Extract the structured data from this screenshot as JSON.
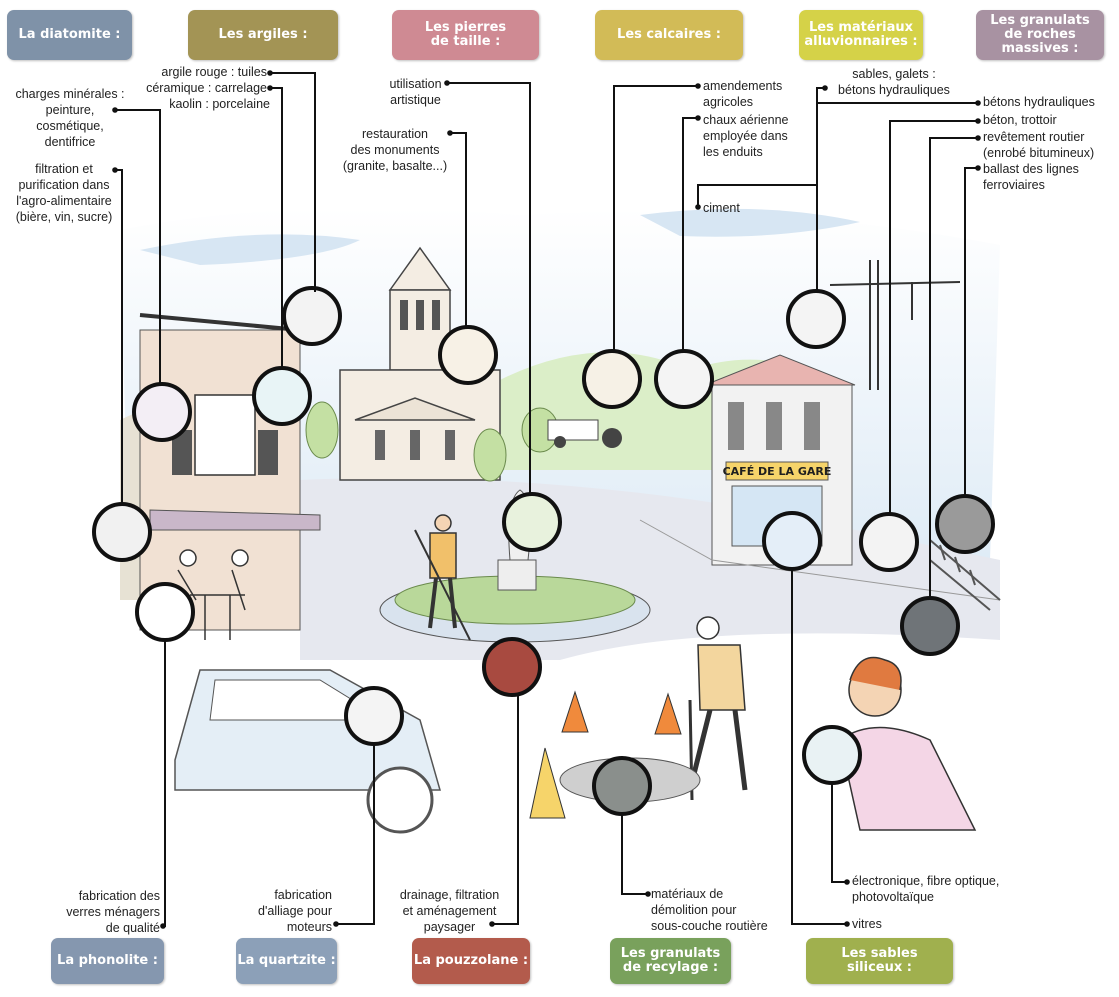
{
  "colors": {
    "diatomite": "#7f92a8",
    "argiles": "#a39455",
    "pierres": "#cf8a93",
    "calcaires": "#d2bb57",
    "alluvionnaires": "#d5d248",
    "granulats_roches": "#a892a2",
    "phonolite": "#8597af",
    "quartzite": "#8ca0b8",
    "pouzzolane": "#b35b4c",
    "recyclage": "#79a15c",
    "sables": "#a0b04e"
  },
  "headers": {
    "diatomite": "La diatomite :",
    "argiles": "Les argiles :",
    "pierres": "Les pierres\nde taille :",
    "calcaires": "Les calcaires :",
    "alluvionnaires": "Les matériaux\nalluvionnaires :",
    "granulats_roches": "Les granulats\nde roches\nmassives :",
    "phonolite": "La phonolite :",
    "quartzite": "La quartzite :",
    "pouzzolane": "La pouzzolane :",
    "recyclage": "Les granulats\nde recylage :",
    "sables": "Les sables\nsiliceux :"
  },
  "uses": {
    "argile_rouge": "argile rouge : tuiles",
    "ceramique": "céramique : carrelage",
    "kaolin": "kaolin : porcelaine",
    "charges": "charges minérales :\npeinture,\ncosmétique,\ndentifrice",
    "filtration": "filtration et\npurification dans\nl'agro-alimentaire\n(bière, vin, sucre)",
    "artistique": "utilisation\nartistique",
    "restauration": "restauration\ndes monuments\n(granite, basalte...)",
    "amendements": "amendements\nagricoles",
    "chaux": "chaux aérienne\nemployée dans\nles enduits",
    "ciment": "ciment",
    "sables_galets": "sables, galets :\nbétons hydrauliques",
    "betons_hydrauliques": "bétons hydrauliques",
    "beton_trottoir": "béton, trottoir",
    "revetement": "revêtement routier\n(enrobé bitumineux)",
    "ballast": "ballast des lignes\nferroviaires",
    "verres": "fabrication des\nverres ménagers\nde qualité",
    "alliage": "fabrication\nd'alliage pour\nmoteurs",
    "drainage": "drainage, filtration\net aménagement\npaysager",
    "demolition": "matériaux de\ndémolition pour\nsous-couche routière",
    "electronique": "électronique, fibre optique,\nphotovoltaïque",
    "vitres": "vitres"
  },
  "scene": {
    "cafe_sign": "CAFÉ DE LA GARE"
  }
}
